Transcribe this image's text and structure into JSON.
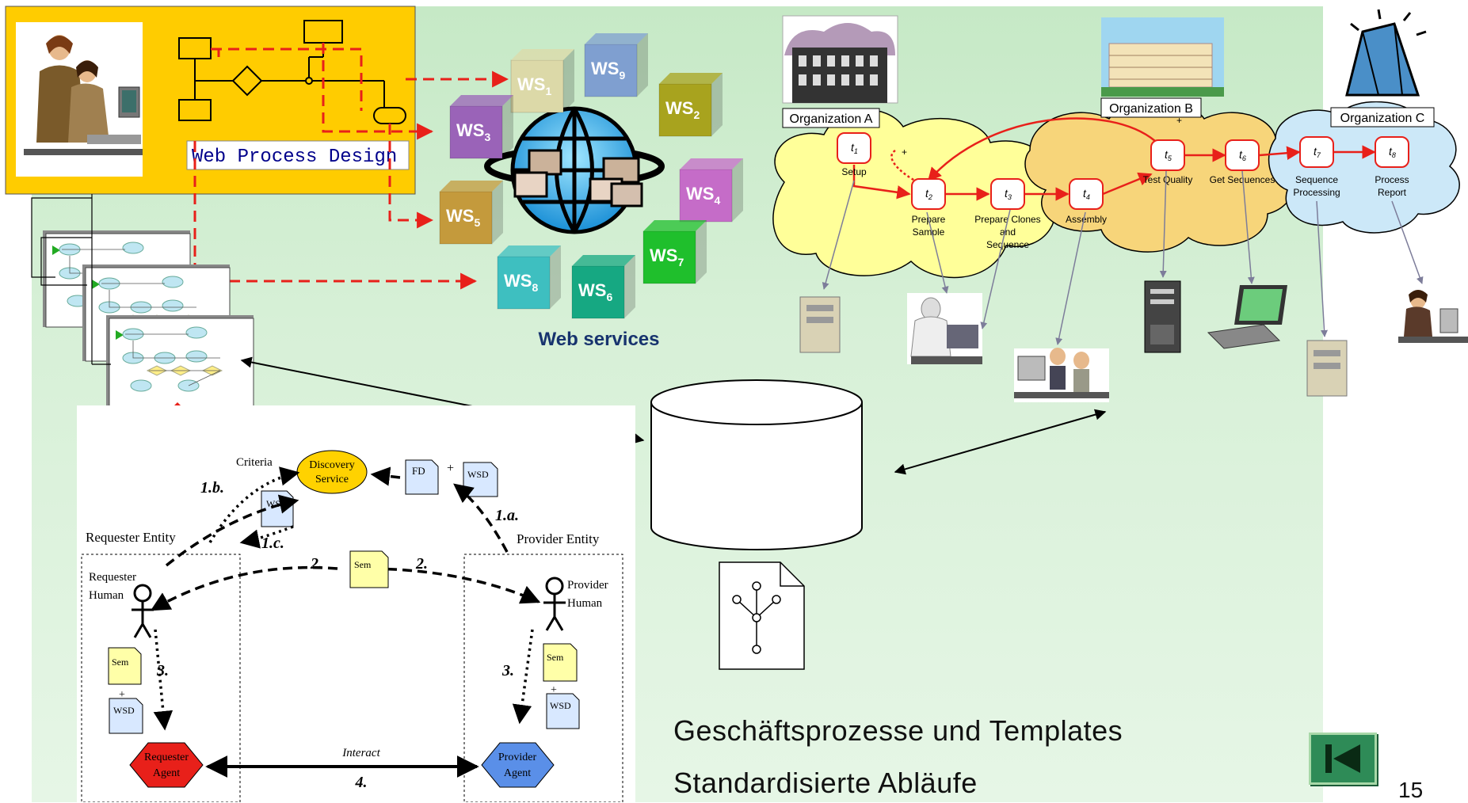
{
  "design_panel": {
    "title": "Web Process Design"
  },
  "web_services": {
    "title": "Web services",
    "cubes": [
      {
        "label": "WS",
        "sub": "1",
        "color": "#dcd9a8"
      },
      {
        "label": "WS",
        "sub": "9",
        "color": "#7f9fd0"
      },
      {
        "label": "WS",
        "sub": "2",
        "color": "#a8a31e"
      },
      {
        "label": "WS",
        "sub": "3",
        "color": "#9a63b8"
      },
      {
        "label": "WS",
        "sub": "4",
        "color": "#c56cc8"
      },
      {
        "label": "WS",
        "sub": "5",
        "color": "#c49a3c"
      },
      {
        "label": "WS",
        "sub": "7",
        "color": "#1fbf2c"
      },
      {
        "label": "WS",
        "sub": "8",
        "color": "#3ebfc0"
      },
      {
        "label": "WS",
        "sub": "6",
        "color": "#16a882"
      }
    ]
  },
  "organizations": [
    "Organization A",
    "Organization B",
    "Organization C"
  ],
  "tasks": [
    {
      "id": "t1",
      "num": "1",
      "label": [
        "Setup"
      ]
    },
    {
      "id": "t2",
      "num": "2",
      "label": [
        "Prepare",
        "Sample"
      ]
    },
    {
      "id": "t3",
      "num": "3",
      "label": [
        "Prepare Clones",
        "and",
        "Sequence"
      ]
    },
    {
      "id": "t4",
      "num": "4",
      "label": [
        "Assembly"
      ]
    },
    {
      "id": "t5",
      "num": "5",
      "label": [
        "Test Quality"
      ]
    },
    {
      "id": "t6",
      "num": "6",
      "label": [
        "Get Sequences"
      ]
    },
    {
      "id": "t7",
      "num": "7",
      "label": [
        "Sequence",
        "Processing"
      ]
    },
    {
      "id": "t8",
      "num": "8",
      "label": [
        "Process",
        "Report"
      ]
    }
  ],
  "workflow_plus_signs": [
    "+",
    "+"
  ],
  "semantic_diagram": {
    "discovery_service": [
      "Discovery",
      "Service"
    ],
    "criteria": "Criteria",
    "fd": "FD",
    "wsd": "WSD",
    "sem": "Sem",
    "plus": "+",
    "requester_entity": "Requester Entity",
    "provider_entity": "Provider Entity",
    "requester_human": [
      "Requester",
      "Human"
    ],
    "provider_human": [
      "Provider",
      "Human"
    ],
    "requester_agent": [
      "Requester",
      "Agent"
    ],
    "provider_agent": [
      "Provider",
      "Agent"
    ],
    "interact": "Interact",
    "steps": {
      "s1a": "1.a.",
      "s1b": "1.b.",
      "s1c": "1.c.",
      "s2": "2.",
      "s3": "3.",
      "s4": "4."
    }
  },
  "captions": [
    "Geschäftsprozesse und Templates",
    "Standardisierte Abläufe"
  ],
  "page_number": "15",
  "colors": {
    "background": "#d3eed3",
    "design_panel": "#ffcc00",
    "flow_red": "#e8201a",
    "discovery": "#ffd200",
    "requester_agent": "#e8201a",
    "provider_agent": "#5a8fe8",
    "note_yellow": "#ffffa8",
    "note_blue": "#d8e8ff",
    "home_button": "#2e8b57"
  }
}
